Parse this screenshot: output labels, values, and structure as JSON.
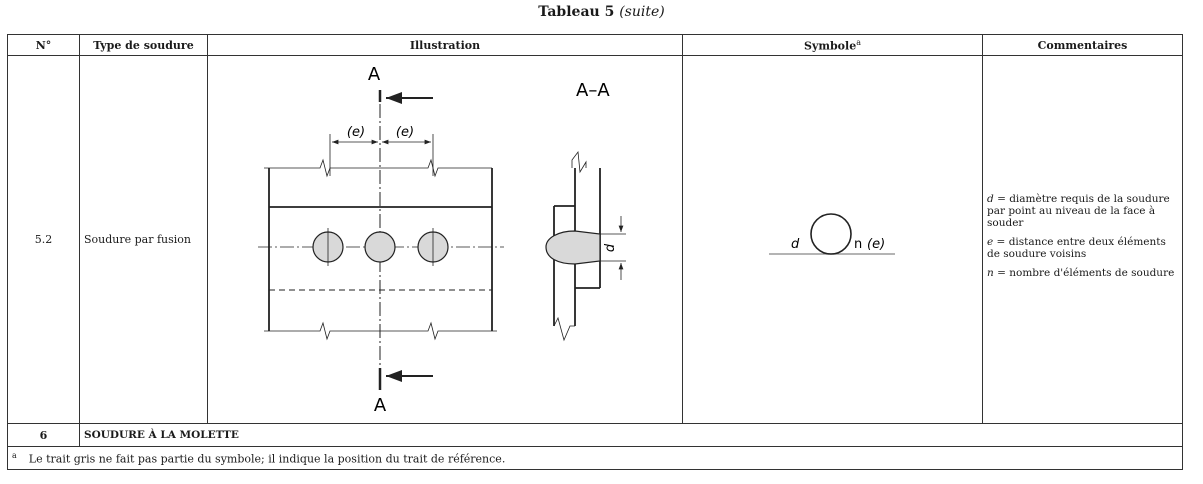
{
  "caption": {
    "title": "Tableau 5",
    "suffix": "(suite)"
  },
  "table": {
    "headers": [
      "N°",
      "Type de soudure",
      "Illustration",
      "Symbole",
      "Commentaires"
    ],
    "header_sup": "a",
    "row": {
      "num": "5.2",
      "type": "Soudure par fusion",
      "illustration": {
        "section_mark_top": "A",
        "section_mark_bottom": "A",
        "section_title": "A–A",
        "dim_e1": "(e)",
        "dim_e2": "(e)",
        "dim_d": "d"
      },
      "symbol": {
        "left": "d",
        "right": "n",
        "right_paren": "(e)"
      },
      "comments": {
        "d_var": "d",
        "d_text": " = diamètre requis de la sou­dure par point au niveau de la face à souder",
        "e_var": "e",
        "e_text": " = distance entre deux éléments de soudure voisins",
        "n_var": "n",
        "n_text": " = nombre d'éléments de soudure"
      }
    },
    "section_row": {
      "num": "6",
      "label": "SOUDURE À LA MOLETTE"
    },
    "footnote": {
      "mark": "a",
      "text": "Le trait gris ne fait pas partie du symbole; il indique la position du trait de référence."
    }
  }
}
